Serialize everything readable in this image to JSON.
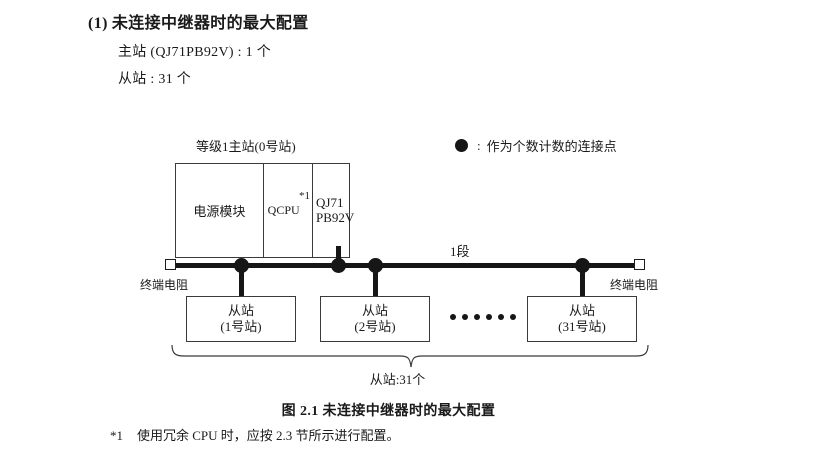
{
  "heading": {
    "number": "(1)",
    "text": "未连接中继器时的最大配置"
  },
  "spec_lines": [
    "主站 (QJ71PB92V) : 1 个",
    "从站 : 31 个"
  ],
  "legend": {
    "symbol": "filled-circle",
    "colon": ":",
    "text": "作为个数计数的连接点"
  },
  "diagram": {
    "master_label": "等级1主站(0号站)",
    "rack": {
      "power_module": "电源模块",
      "cpu": "QCPU",
      "cpu_footnote": "*1",
      "network_line1": "QJ71",
      "network_line2": "PB92V"
    },
    "segment_label": "1段",
    "terminator_left": "终端电阻",
    "terminator_right": "终端电阻",
    "slaves": [
      {
        "name": "从站",
        "station": "(1号站)"
      },
      {
        "name": "从站",
        "station": "(2号站)"
      },
      {
        "name": "从站",
        "station": "(31号站)"
      }
    ],
    "ellipsis_count": 6,
    "brace_label": "从站:31个"
  },
  "caption": "图 2.1  未连接中继器时的最大配置",
  "footnote": {
    "mark": "*1",
    "text": "使用冗余 CPU 时，应按 2.3 节所示进行配置。"
  },
  "colors": {
    "ink": "#1a1a1a",
    "line": "#3a3a3a",
    "node": "#161616",
    "background": "#ffffff"
  }
}
